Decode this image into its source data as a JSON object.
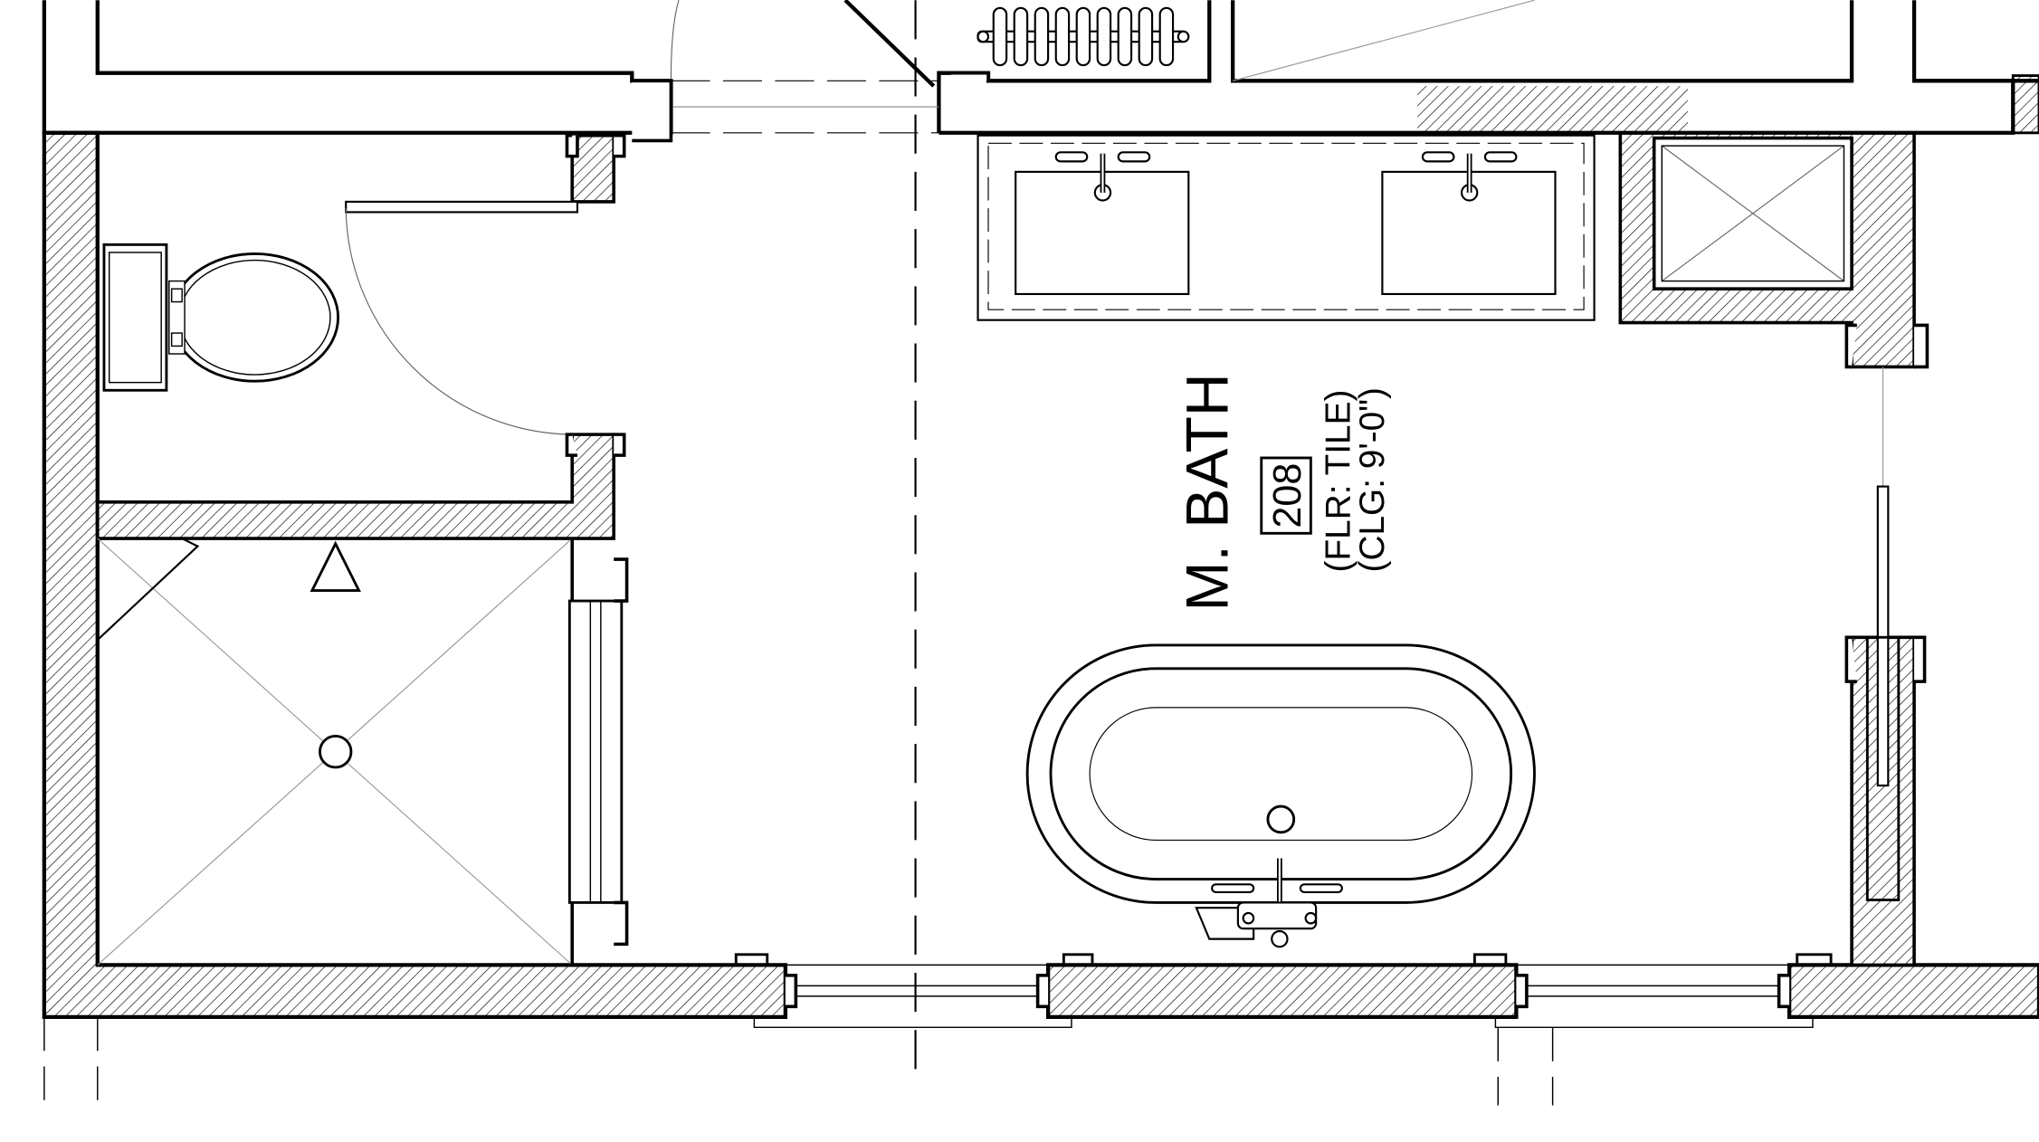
{
  "room": {
    "name": "M. BATH",
    "number": "208",
    "floor": "(FLR: TILE)",
    "ceiling": "(CLG: 9'-0\")"
  },
  "colors": {
    "ink": "#000000",
    "background": "#ffffff",
    "hatch": "#000000"
  },
  "fixtures": [
    "toilet",
    "shower",
    "shower-drain",
    "double-vanity",
    "sink",
    "freestanding-bathtub",
    "radiator",
    "closet",
    "window",
    "door"
  ]
}
